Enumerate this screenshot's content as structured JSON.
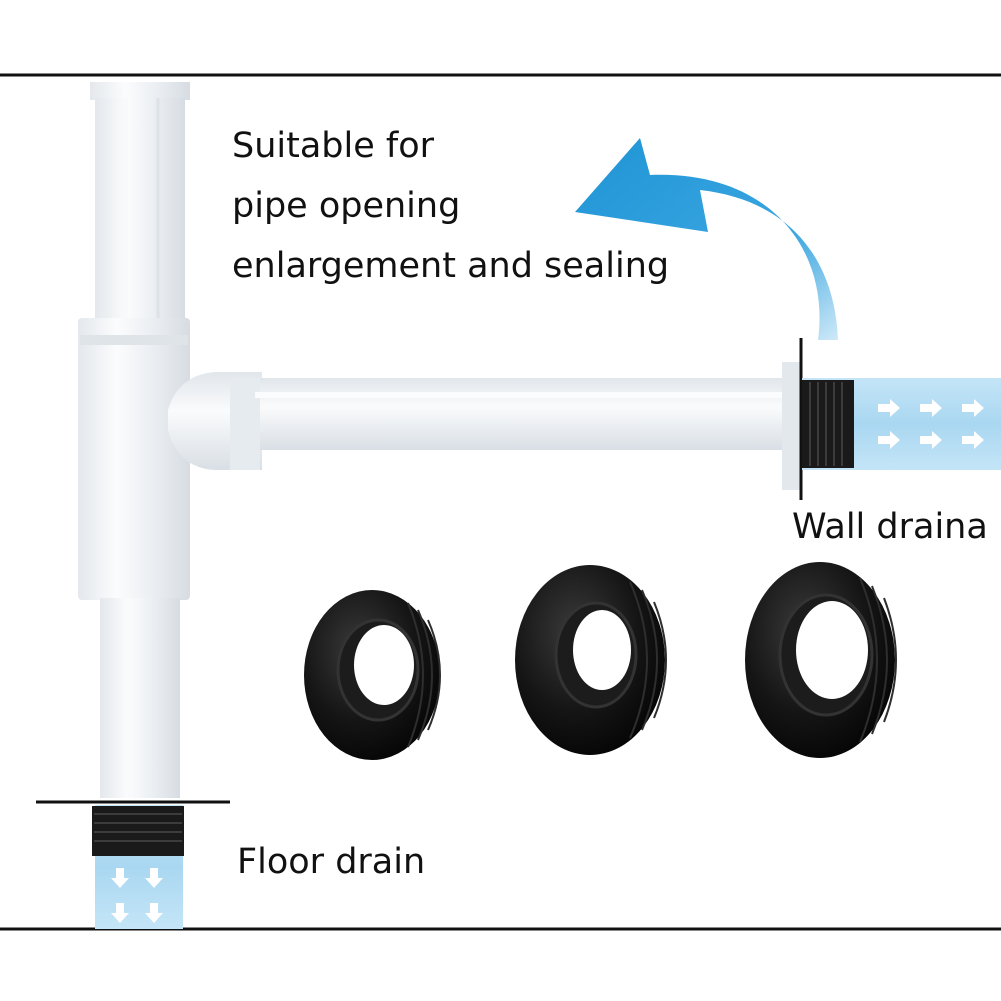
{
  "headline": {
    "lines": [
      "Suitable for",
      "pipe opening",
      "enlargement and sealing"
    ]
  },
  "callouts": {
    "wall_drain": "Wall draina",
    "floor_drain": "Floor drain"
  },
  "colors": {
    "background": "#ffffff",
    "border_line": "#111111",
    "chrome_pipe": "#eef1f4",
    "chrome_shade": "#d3d9df",
    "water_blue": "#b3dcf3",
    "arrow_blue": "#1f94d6",
    "rubber_black": "#0d0d0d",
    "text": "#111111"
  },
  "product": {
    "adapter_count": 3,
    "flow_arrow_icon": "curved-arrow-icon",
    "flow_direction_icon": "white-arrow-icon"
  }
}
